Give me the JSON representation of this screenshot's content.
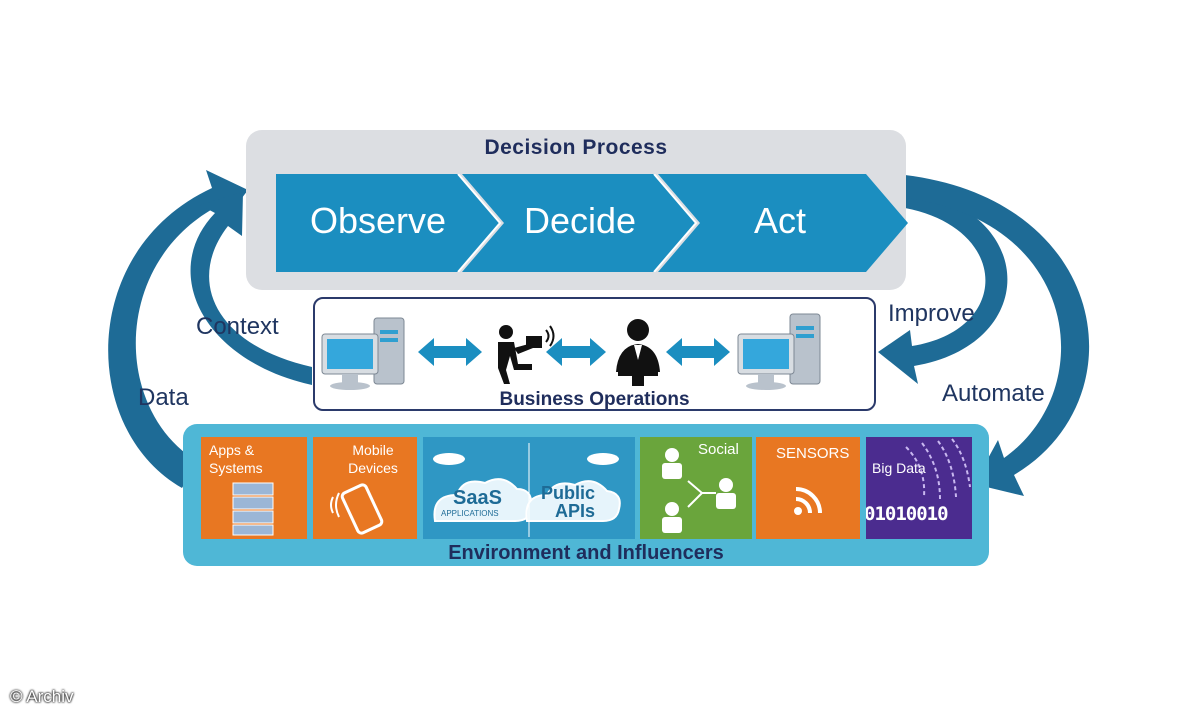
{
  "decision_process": {
    "title": "Decision Process",
    "stages": [
      "Observe",
      "Decide",
      "Act"
    ]
  },
  "business_operations": {
    "title": "Business Operations"
  },
  "loop_labels": {
    "context": "Context",
    "data": "Data",
    "improve": "Improve",
    "automate": "Automate"
  },
  "environment": {
    "title": "Environment and Influencers",
    "tiles": {
      "apps": "Apps & Systems",
      "mobile": "Mobile Devices",
      "saas_big": "SaaS",
      "saas_small": "APPLICATIONS",
      "public": "Public",
      "apis": "APIs",
      "social": "Social",
      "sensors": "SENSORS",
      "bigdata": "Big Data",
      "binary": "01010010"
    }
  },
  "footer": {
    "credit": "© Archiv"
  },
  "colors": {
    "primary_blue": "#1b8ec0",
    "dark_blue": "#1e6b96",
    "navy": "#1f2d5c",
    "orange": "#e87722",
    "green": "#6aa53c",
    "purple": "#4b2c8f",
    "env_bg": "#4fb7d6",
    "panel_grey": "#dcdee2"
  }
}
